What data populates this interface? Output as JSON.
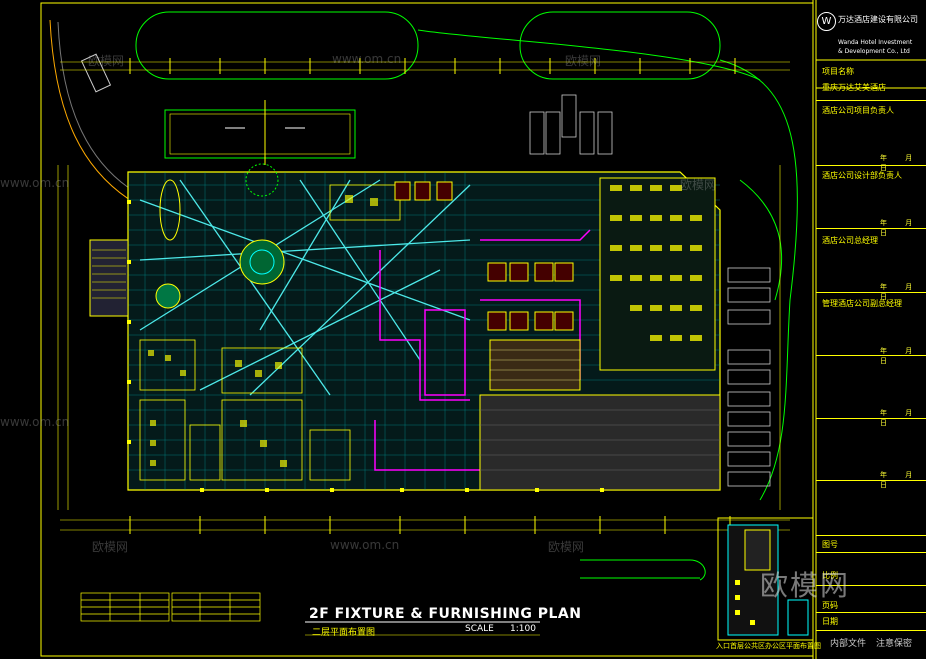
{
  "title_block": {
    "company_cn": "万达酒店建设有限公司",
    "company_en_1": "Wanda Hotel Investment",
    "company_en_2": "& Development Co., Ltd",
    "project_label": "项目名称",
    "project_name": "重庆万达艾美酒店",
    "role_1": "酒店公司项目负责人",
    "role_2": "酒店公司设计部负责人",
    "role_3": "酒店公司总经理",
    "role_4": "管理酒店公司副总经理",
    "date_mark": "年 月 日",
    "field_1": "图号",
    "field_2": "比例",
    "field_3": "页码",
    "field_4": "日期",
    "footer_1": "内部文件",
    "footer_2": "注意保密"
  },
  "drawing": {
    "title": "2F FIXTURE & FURNISHING PLAN",
    "subtitle": "二层平面布置图",
    "scale_label": "SCALE",
    "scale_value": "1:100",
    "inset_caption": "入口首层公共区办公区平面布置图"
  },
  "watermarks": {
    "brand": "欧模网",
    "url": "www.om.cn",
    "big": "欧模网"
  },
  "colors": {
    "background": "#000000",
    "primary_line": "#ffff00",
    "accent_cyan": "#00ffff",
    "accent_magenta": "#ff00ff",
    "accent_green": "#00ff00",
    "accent_red": "#ff0000"
  }
}
